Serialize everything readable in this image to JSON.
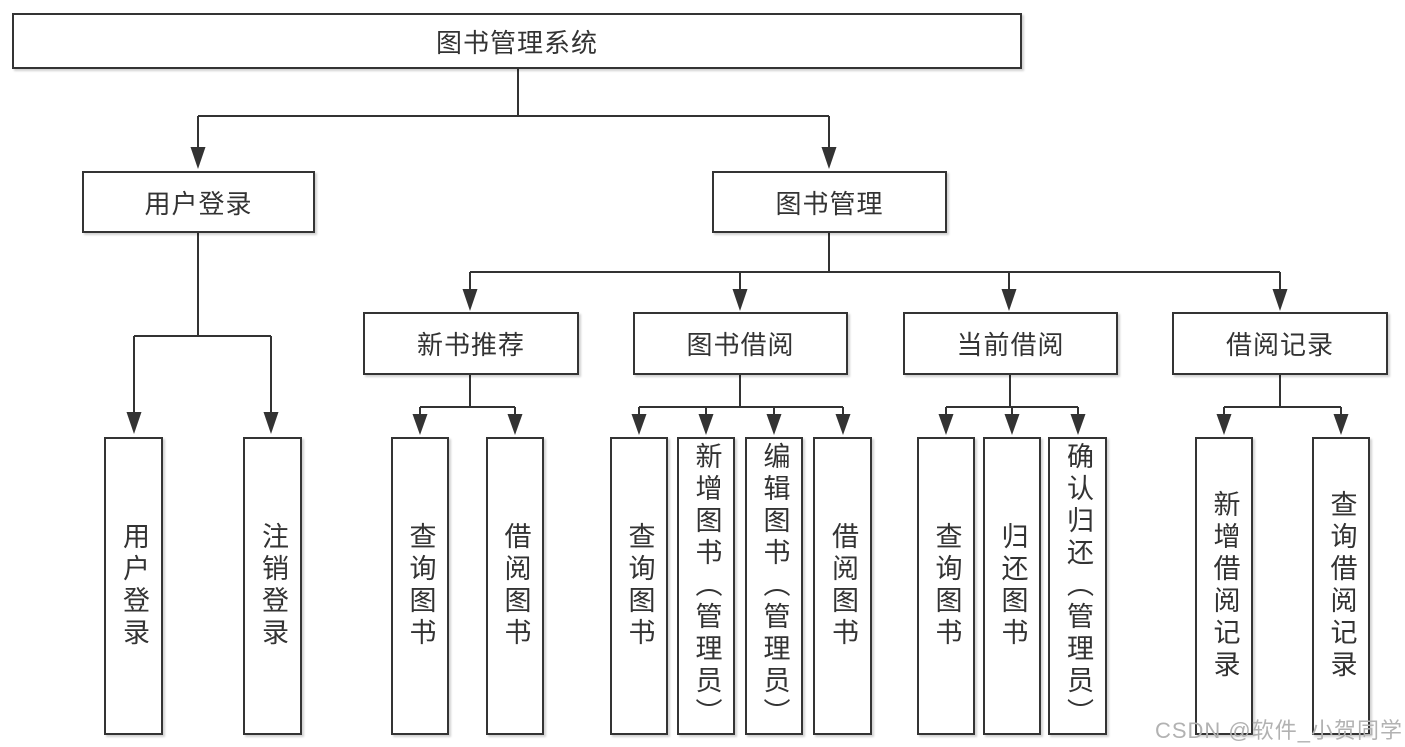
{
  "diagram": {
    "title": "图书管理系统",
    "watermark": "CSDN @软件_小贺同学",
    "colors": {
      "line": "#333333",
      "box_border": "#343434",
      "box_fill": "#ffffff",
      "text": "#333333",
      "watermark": "#b2b2b2",
      "background": "#ffffff"
    },
    "nodes": {
      "root": {
        "label": "图书管理系统"
      },
      "user_login": {
        "label": "用户登录"
      },
      "book_mgmt": {
        "label": "图书管理"
      },
      "new_book_rec": {
        "label": "新书推荐"
      },
      "book_borrow": {
        "label": "图书借阅"
      },
      "current_borrow": {
        "label": "当前借阅"
      },
      "borrow_records": {
        "label": "借阅记录"
      },
      "ul_user_login": {
        "label": "用户登录"
      },
      "ul_logout": {
        "label": "注销登录"
      },
      "nbr_query_book": {
        "label": "查询图书"
      },
      "nbr_borrow_book": {
        "label": "借阅图书"
      },
      "bb_query_book": {
        "label": "查询图书"
      },
      "bb_add_book": {
        "label": "新增图书（管理员）"
      },
      "bb_edit_book": {
        "label": "编辑图书（管理员）"
      },
      "bb_borrow_book": {
        "label": "借阅图书"
      },
      "cb_query_book": {
        "label": "查询图书"
      },
      "cb_return_book": {
        "label": "归还图书"
      },
      "cb_confirm_return": {
        "label": "确认归还（管理员）"
      },
      "br_add_record": {
        "label": "新增借阅记录"
      },
      "br_query_record": {
        "label": "查询借阅记录"
      }
    },
    "edges": [
      {
        "from": "root",
        "to": [
          "user_login",
          "book_mgmt"
        ]
      },
      {
        "from": "user_login",
        "to": [
          "ul_user_login",
          "ul_logout"
        ]
      },
      {
        "from": "book_mgmt",
        "to": [
          "new_book_rec",
          "book_borrow",
          "current_borrow",
          "borrow_records"
        ]
      },
      {
        "from": "new_book_rec",
        "to": [
          "nbr_query_book",
          "nbr_borrow_book"
        ]
      },
      {
        "from": "book_borrow",
        "to": [
          "bb_query_book",
          "bb_add_book",
          "bb_edit_book",
          "bb_borrow_book"
        ]
      },
      {
        "from": "current_borrow",
        "to": [
          "cb_query_book",
          "cb_return_book",
          "cb_confirm_return"
        ]
      },
      {
        "from": "borrow_records",
        "to": [
          "br_add_record",
          "br_query_record"
        ]
      }
    ]
  }
}
